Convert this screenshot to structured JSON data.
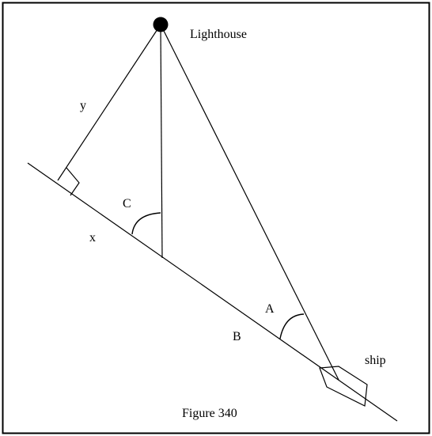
{
  "labels": {
    "lighthouse": "Lighthouse",
    "ship": "ship",
    "side_y": "y",
    "side_x": "x",
    "side_b": "B",
    "angle_c": "C",
    "angle_a": "A",
    "caption": "Figure 340"
  }
}
